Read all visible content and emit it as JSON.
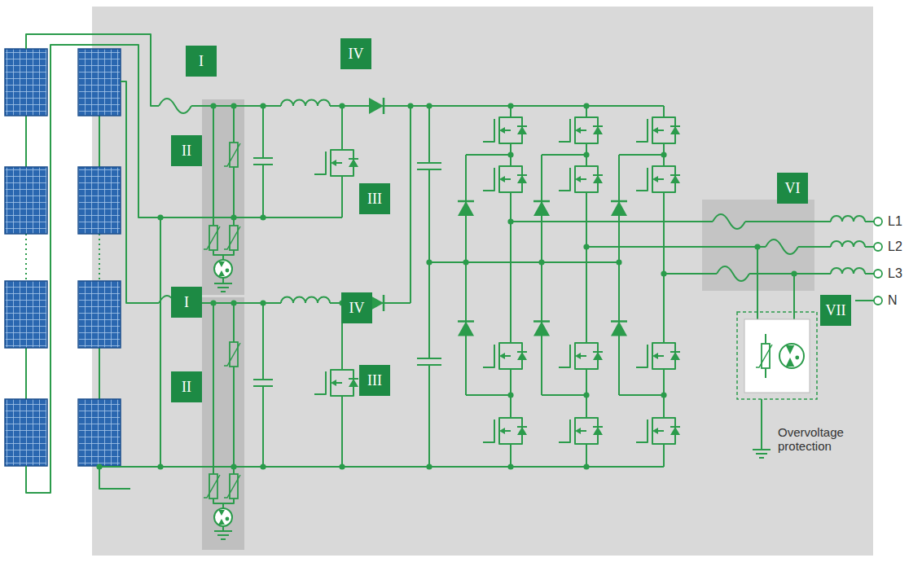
{
  "diagram": {
    "labels": [
      "I",
      "IV",
      "II",
      "III",
      "VI",
      "L1",
      "L2",
      "L3",
      "I",
      "IV",
      "N",
      "VII",
      "Overvoltage protection",
      "II",
      "III"
    ]
  }
}
